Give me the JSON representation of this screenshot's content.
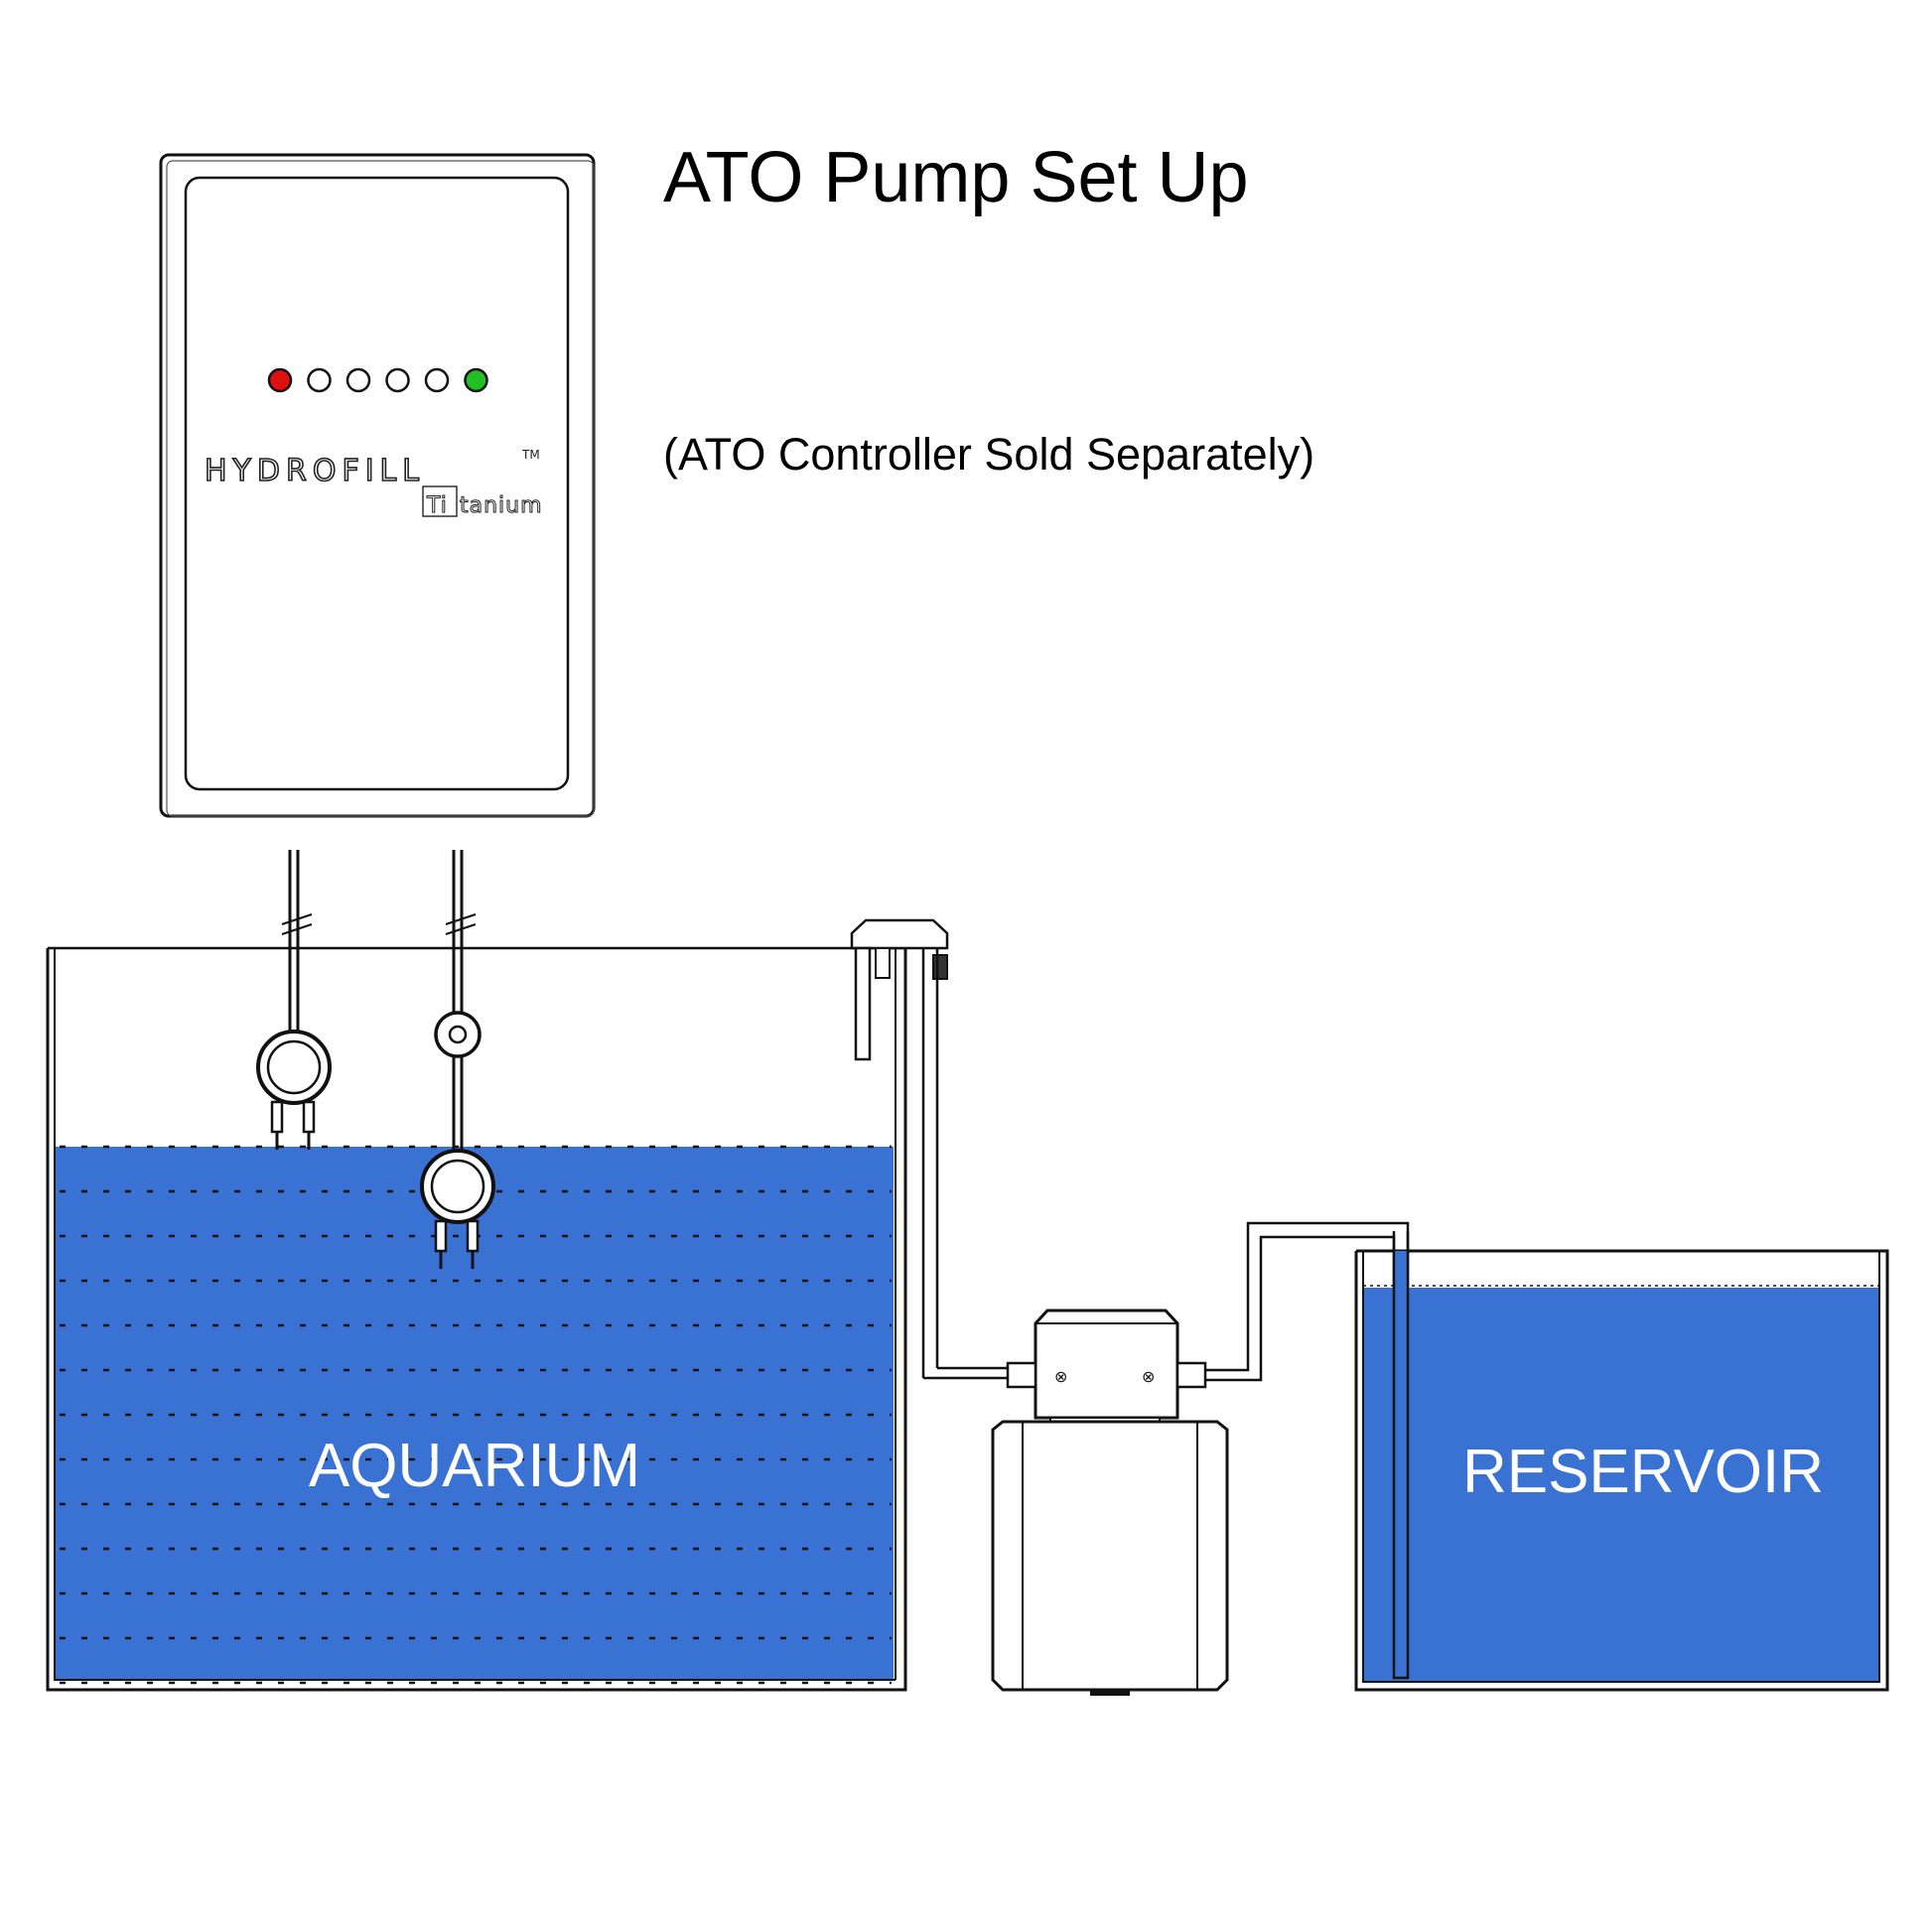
{
  "title": "ATO Pump Set Up",
  "subtitle": "(ATO Controller Sold Separately)",
  "controller": {
    "brand": "HYDROFILL",
    "trademark": "TM",
    "model_symbol": "Ti",
    "model_rest": "tanium",
    "leds": [
      "red",
      "off",
      "off",
      "off",
      "off",
      "green"
    ]
  },
  "labels": {
    "aquarium": "AQUARIUM",
    "reservoir": "RESERVOIR"
  },
  "colors": {
    "water": "#3a72d4",
    "led_red": "#e01010",
    "led_green": "#22c022",
    "led_off": "#ffffff",
    "outline": "#111111"
  }
}
